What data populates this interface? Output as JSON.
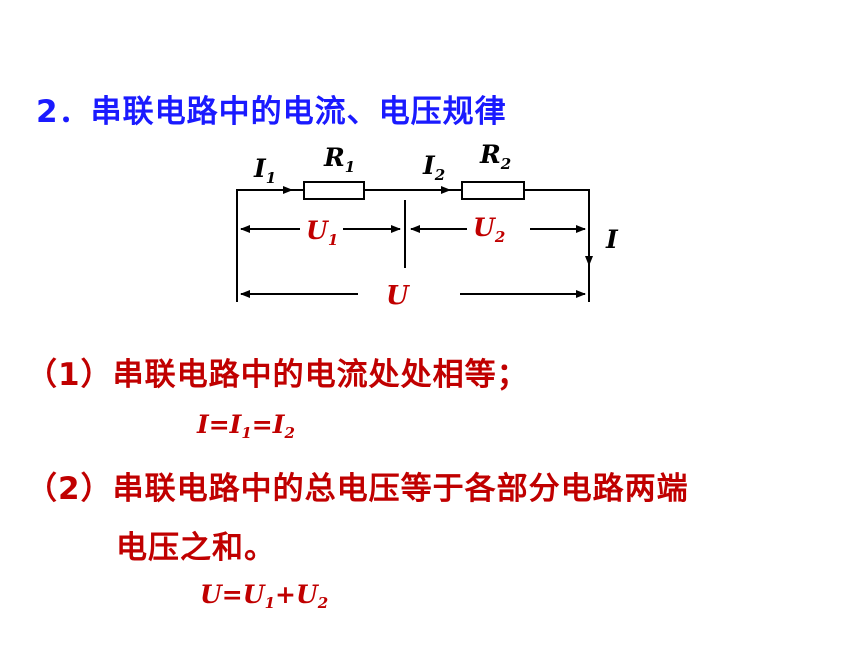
{
  "title": "2．串联电路中的电流、电压规律",
  "circuit": {
    "i1": "I",
    "i1_sub": "1",
    "r1": "R",
    "r1_sub": "1",
    "i2": "I",
    "i2_sub": "2",
    "r2": "R",
    "r2_sub": "2",
    "u1": "U",
    "u1_sub": "1",
    "u2": "U",
    "u2_sub": "2",
    "i": "I",
    "u": "U"
  },
  "points": {
    "p1": "（1）串联电路中的电流处处相等；",
    "f1": {
      "a": "I=I",
      "a_sub": "1",
      "b": "=I",
      "b_sub": "2"
    },
    "p2": "（2）串联电路中的总电压等于各部分电路两端",
    "p2b": "电压之和。",
    "f2": {
      "a": "U=U",
      "a_sub": "1",
      "b": "+U",
      "b_sub": "2"
    }
  },
  "colors": {
    "title": "#1a1aff",
    "accent": "#c00000",
    "line": "#000000"
  }
}
